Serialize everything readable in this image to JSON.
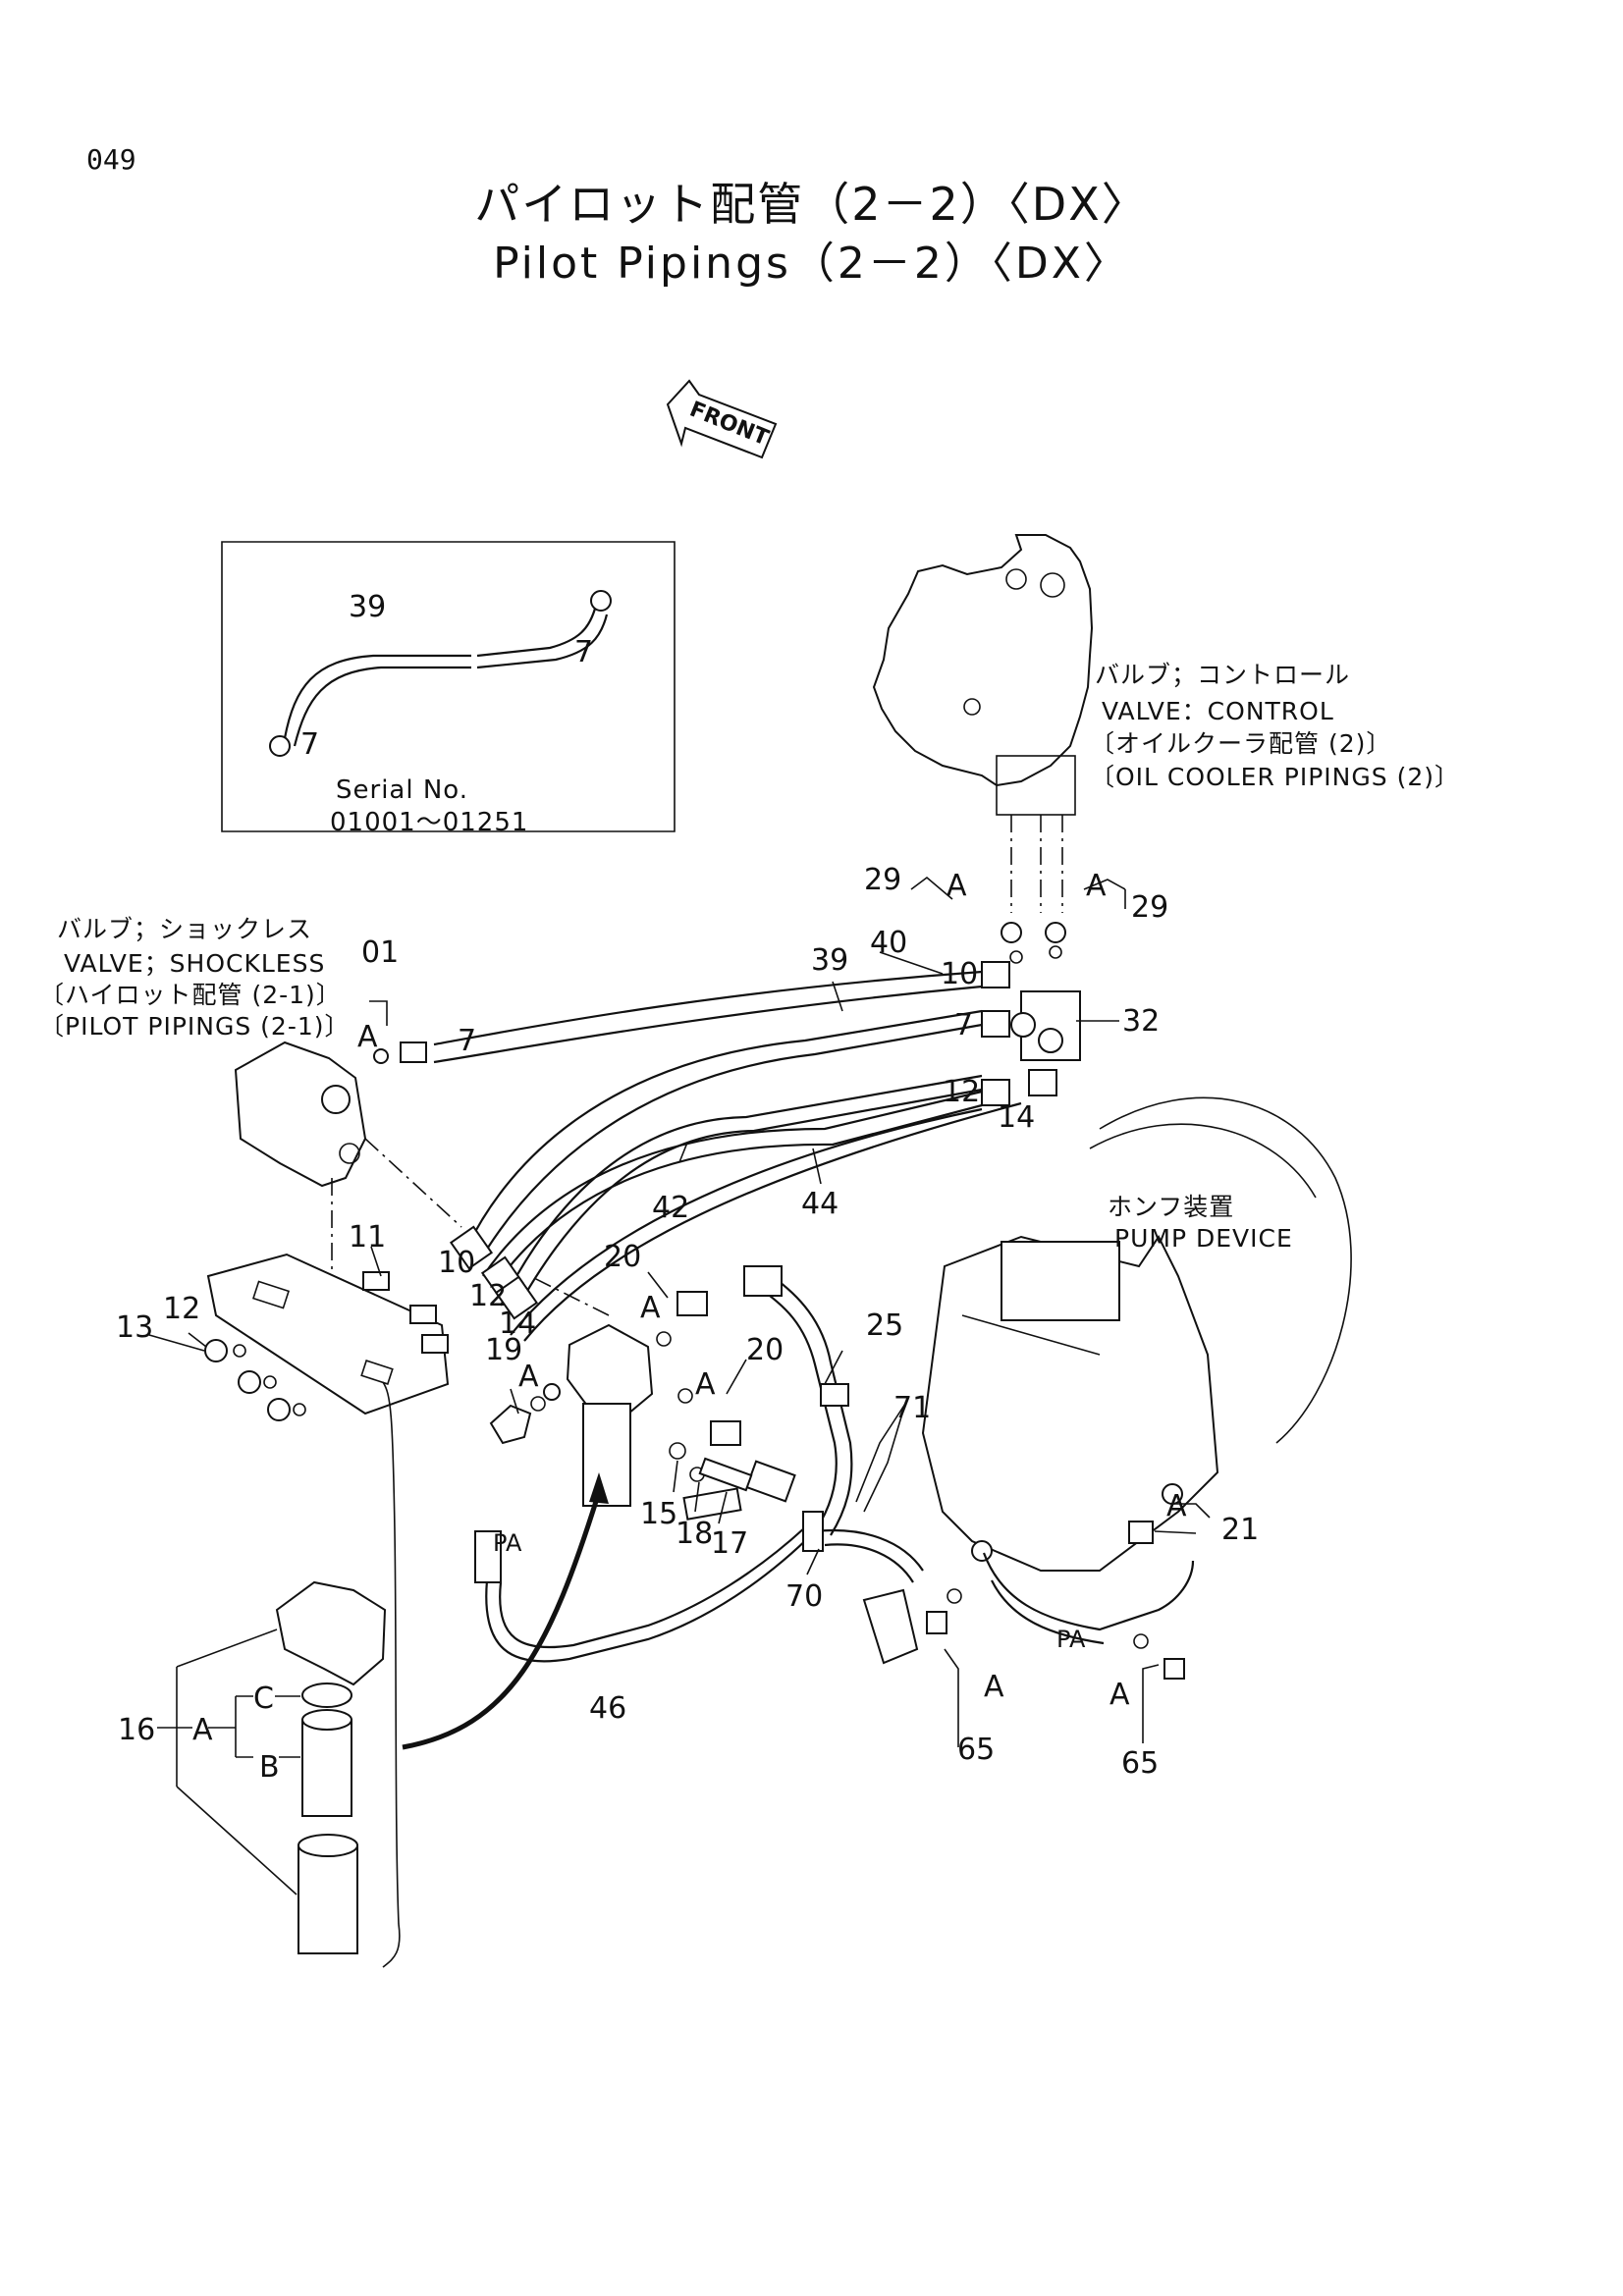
{
  "page_number": "049",
  "title_jp": "パイロット配管（2－2）〈DX〉",
  "title_en": "Pilot Pipings（2－2）〈DX〉",
  "front_label": "FRONT",
  "inset": {
    "label_39": "39",
    "label_7a": "7",
    "label_7b": "7",
    "serial_label": "Serial No.",
    "serial_range": "01001～01251"
  },
  "callouts": {
    "control_valve_jp": "バルブ；コントロール",
    "control_valve_en": "VALVE：CONTROL",
    "oil_cooler_jp": "〔オイルクーラ配管 (2)〕",
    "oil_cooler_en": "〔OIL COOLER PIPINGS (2)〕",
    "shockless_jp": "バルブ；ショックレス",
    "shockless_en": "VALVE；SHOCKLESS",
    "pilot_jp": "〔ハイロット配管 (2-1)〕",
    "pilot_en": "〔PILOT PIPINGS (2-1)〕",
    "pump_jp": "ホンフ装置",
    "pump_en": "PUMP DEVICE"
  },
  "part_labels": {
    "p01": "01",
    "pA_01": "A",
    "p7": "7",
    "p11": "11",
    "p12a": "12",
    "p13": "13",
    "p10_left": "10",
    "p12_left": "12",
    "p14_left": "14",
    "p29_left": "29",
    "pA_29l": "A",
    "p29_right": "29",
    "pA_29r": "A",
    "p39": "39",
    "p40": "40",
    "p10_right": "10",
    "p7_right": "7",
    "p12_right": "12",
    "p14_right": "14",
    "p32": "32",
    "p42": "42",
    "p44": "44",
    "p20_top": "20",
    "pA_20t": "A",
    "p20_mid": "20",
    "pA_20m": "A",
    "p19": "19",
    "pA_19": "A",
    "p25": "25",
    "p71": "71",
    "p15": "15",
    "p18": "18",
    "p17": "17",
    "p70": "70",
    "p46": "46",
    "pPA_left": "PA",
    "pPA_right": "PA",
    "p21": "21",
    "pA_21": "A",
    "p65_left": "65",
    "pA_65l": "A",
    "p65_right": "65",
    "pA_65r": "A",
    "p16": "16",
    "pA_16": "A",
    "pB_16": "B",
    "pC_16": "C"
  }
}
